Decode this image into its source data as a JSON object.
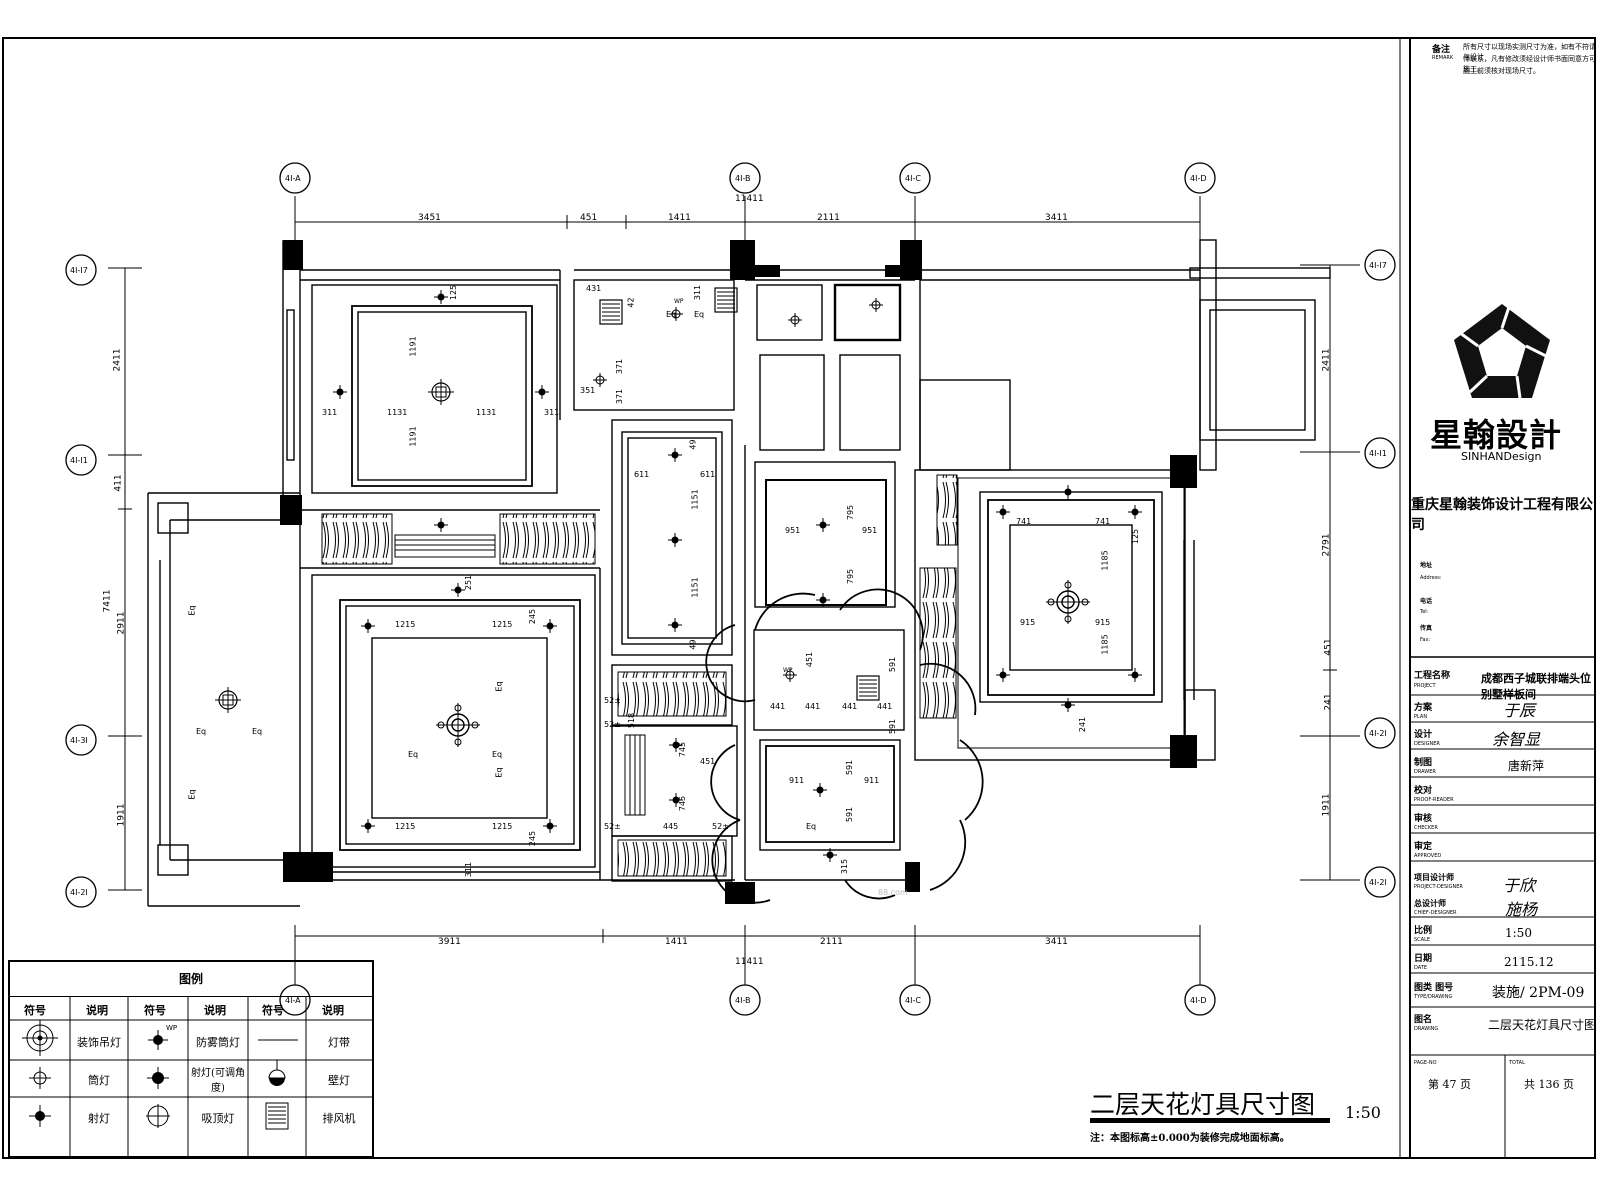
{
  "drawing": {
    "title": "二层天花灯具尺寸图",
    "scale_label": "1:50",
    "note": "注：本图标高±0.000为装修完成地面标高。",
    "watermark": "88.com"
  },
  "axes": {
    "top": [
      "4I-A",
      "4I-B",
      "4I-C",
      "4I-D"
    ],
    "bottom": [
      "4I-A",
      "4I-B",
      "4I-C",
      "4I-D"
    ],
    "left": [
      "4I-I7",
      "4I-I1",
      "4I-3I",
      "4I-2I"
    ],
    "right": [
      "4I-I7",
      "4I-I1",
      "4I-2I",
      "4I-2I"
    ]
  },
  "dims": {
    "top_total": "11411",
    "top_segments": [
      "3451",
      "451",
      "1411",
      "2111",
      "3411"
    ],
    "bottom_total": "11411",
    "bottom_segments": [
      "3911",
      "1411",
      "2111",
      "3411"
    ],
    "left_segments": [
      "2411",
      "411",
      "7411",
      "2911",
      "1911"
    ],
    "right_segments": [
      "2411",
      "2791",
      "451",
      "241",
      "1911"
    ]
  },
  "room_labels": {
    "r1": [
      "1191",
      "1191",
      "1131",
      "1131",
      "311",
      "311",
      "125"
    ],
    "r2": [
      "1215",
      "1215",
      "1215",
      "1215",
      "Eq",
      "Eq",
      "Eq",
      "Eq",
      "251",
      "245",
      "245",
      "311",
      "52±",
      "52±"
    ],
    "r3": [
      "1151",
      "1151",
      "611",
      "611",
      "49",
      "49"
    ],
    "r4": [
      "795",
      "795",
      "951",
      "951"
    ],
    "r5": [
      "741",
      "741",
      "915",
      "915",
      "1185",
      "1185",
      "125",
      "241"
    ],
    "r6": [
      "Eq",
      "Eq",
      "Eq",
      "Eq"
    ],
    "r7": [
      "431",
      "42",
      "311",
      "371",
      "371",
      "351",
      "WP",
      "Eq",
      "Eq"
    ],
    "r8": [
      "451",
      "591",
      "441",
      "441",
      "441",
      "441",
      "591",
      "WP"
    ],
    "r9": [
      "911",
      "911",
      "591",
      "591",
      "Eq",
      "315"
    ],
    "r10": [
      "745",
      "745",
      "451",
      "445",
      "52±",
      "52±",
      "518"
    ]
  },
  "title_block": {
    "note_label": "备注",
    "note_label_en": "REMARK",
    "note_text_1": "所有尺寸以现场实测尺寸为准，如有不符请与设计",
    "note_text_2": "师联系，凡有修改须经设计师书面同意方可施工。",
    "note_text_3": "施工前须核对现场尺寸。",
    "logo_name": "星翰設計",
    "logo_en": "SINHANDesign",
    "company": "重庆星翰装饰设计工程有限公司",
    "address_label": "地址",
    "address_en": "Address:",
    "tel_label": "电话",
    "tel_en": "Tel:",
    "fax_label": "传真",
    "fax_en": "Fax:",
    "project_label": "工程名称",
    "project_label_en": "PROJECT",
    "project_value": "成都西子城联排端头位别墅样板间",
    "plan_label": "方案",
    "plan_label_en": "PLAN",
    "plan_value": "于辰",
    "design_label": "设计",
    "design_label_en": "DESIGNER",
    "design_value": "余智显",
    "drawn_label": "制图",
    "drawn_label_en": "DRAWER",
    "drawn_value": "唐新萍",
    "check_label": "校对",
    "check_label_en": "PROOF-READER",
    "review_label": "审核",
    "review_label_en": "CHECKER",
    "approve_label": "审定",
    "approve_label_en": "APPROVED",
    "pm_label": "项目设计师",
    "pm_label_en": "PROJECT-DESIGNER",
    "pm_value": "于欣",
    "chief_label": "总设计师",
    "chief_label_en": "CHIEF-DESIGNER",
    "chief_value": "施杨",
    "scale_label": "比例",
    "scale_label_en": "SCALE",
    "scale_value": "1:50",
    "date_label": "日期",
    "date_label_en": "DATE",
    "date_value": "2115.12",
    "type_label": "图类  图号",
    "type_label_en": "TYPE/DRAWING",
    "type_value": "装施/ 2PM-09",
    "name_label": "图名",
    "name_label_en": "DRAWING",
    "name_value": "二层天花灯具尺寸图",
    "page_label_en": "PAGE-NO",
    "page_value": "第 47 页",
    "total_label_en": "TOTAL",
    "total_value": "共 136 页"
  },
  "legend": {
    "title": "图例",
    "col_symbol": "符号",
    "col_desc": "说明",
    "rows": [
      [
        "装饰吊灯",
        "防雾筒灯",
        "灯带"
      ],
      [
        "筒灯",
        "射灯(可调角度)",
        "壁灯"
      ],
      [
        "射灯",
        "吸顶灯",
        "排风机"
      ]
    ],
    "wp": "WP"
  }
}
